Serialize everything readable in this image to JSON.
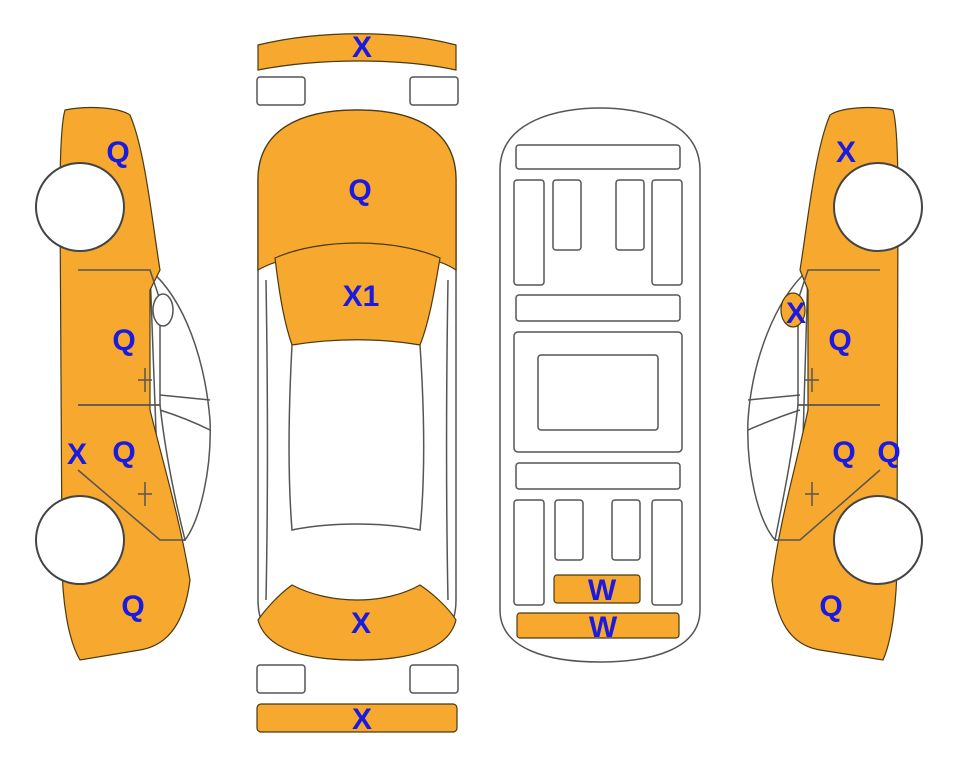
{
  "colors": {
    "damaged": "#F7A82E",
    "clean": "#FFFFFF",
    "label": "#1A1AE0"
  },
  "views": {
    "left_side": {
      "labels": [
        "Q",
        "Q",
        "X",
        "Q",
        "Q"
      ]
    },
    "top": {
      "labels": [
        "X",
        "Q",
        "X1",
        "X",
        "X"
      ]
    },
    "underbody": {
      "labels": [
        "W",
        "W"
      ]
    },
    "right_side": {
      "labels": [
        "X",
        "X",
        "Q",
        "Q",
        "Q",
        "Q"
      ]
    }
  }
}
